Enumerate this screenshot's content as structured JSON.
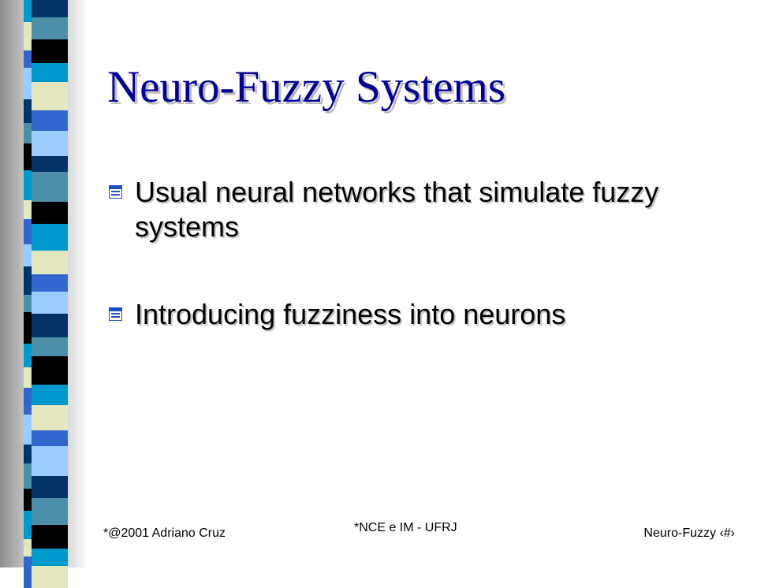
{
  "slide": {
    "title": "Neuro-Fuzzy Systems",
    "bullets": [
      "Usual neural networks that simulate fuzzy systems",
      "Introducing fuzziness into neurons"
    ],
    "bullet_icon": "window-bullet-icon"
  },
  "footer": {
    "left": "*@2001 Adriano Cruz",
    "center": "*NCE e IM - UFRJ",
    "right": "Neuro-Fuzzy ‹#›"
  },
  "colors": {
    "title": "#000099",
    "text": "#000000",
    "stripe_dark_navy": "#003366",
    "stripe_royal_blue": "#3366cc",
    "stripe_cyan": "#0099cc",
    "stripe_teal": "#4d8fa8",
    "stripe_light_blue": "#99ccff",
    "stripe_cream": "#e4e6bd",
    "stripe_black": "#000000"
  }
}
